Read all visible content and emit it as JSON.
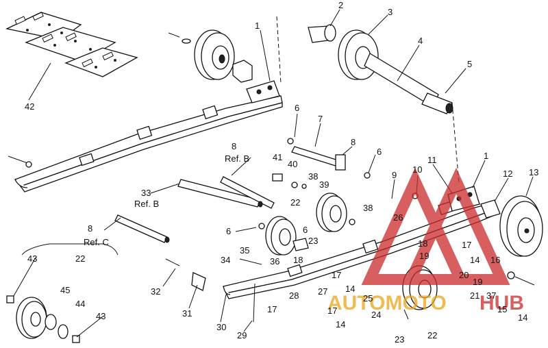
{
  "diagram": {
    "labels": {
      "l1a": "1",
      "l1b": "1",
      "l2": "2",
      "l3": "3",
      "l4": "4",
      "l5": "5",
      "l6a": "6",
      "l6b": "6",
      "l6c": "6",
      "l6d": "6",
      "l7": "7",
      "l8a": "8",
      "l8b": "8",
      "l8c": "8",
      "refB1": "Ref. B",
      "refB2": "Ref. B",
      "refC": "Ref. C",
      "l9": "9",
      "l10": "10",
      "l11": "11",
      "l12": "12",
      "l13": "13",
      "l14a": "14",
      "l14b": "14",
      "l14c": "14",
      "l14d": "14",
      "l15": "15",
      "l16": "16",
      "l17a": "17",
      "l17b": "17",
      "l17c": "17",
      "l17d": "17",
      "l18a": "18",
      "l18b": "18",
      "l19a": "19",
      "l19b": "19",
      "l20": "20",
      "l21": "21",
      "l22a": "22",
      "l22b": "22",
      "l22c": "22",
      "l23a": "23",
      "l23b": "23",
      "l24": "24",
      "l25": "25",
      "l26": "26",
      "l27": "27",
      "l28": "28",
      "l29": "29",
      "l30": "30",
      "l31": "31",
      "l32": "32",
      "l33": "33",
      "l34": "34",
      "l35": "35",
      "l36": "36",
      "l37": "37",
      "l38a": "38",
      "l38b": "38",
      "l39": "39",
      "l40": "40",
      "l41": "41",
      "l42": "42",
      "l43a": "43",
      "l43b": "43",
      "l44": "44",
      "l45": "45"
    },
    "watermark": {
      "text_a": "AUTOMOTO",
      "text_b": "HUB",
      "color_a": "#e9a319",
      "color_b": "#cc2a2a"
    }
  }
}
